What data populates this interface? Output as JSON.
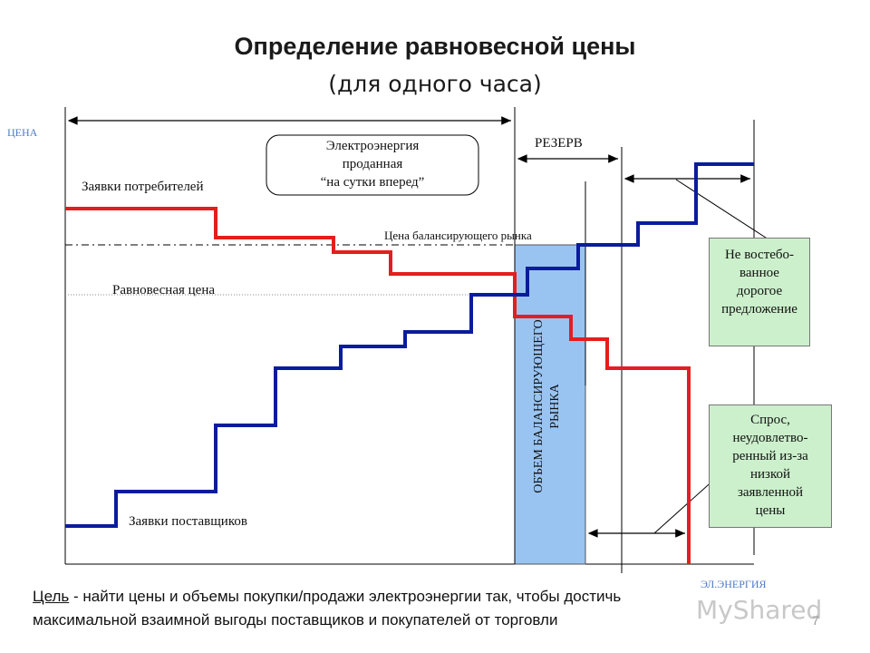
{
  "title": "Определение равновесной цены",
  "subtitle": "(для одного часа)",
  "axes": {
    "y_label": "ЦЕНА",
    "x_label": "ЭЛ.ЭНЕРГИЯ"
  },
  "labels": {
    "consumers": "Заявки  потребителей",
    "suppliers": "Заявки  поставщиков",
    "equilibrium": "Равновесная цена",
    "balancing_price": "Цена балансирующего рынка",
    "reserve": "РЕЗЕРВ"
  },
  "day_ahead_box": {
    "line1": "Электроэнергия",
    "line2": "проданная",
    "line3": "“на сутки вперед”"
  },
  "balancing_volume": {
    "line1": "ОБЪЕМ БАЛАНСИРУЮЩЕГО",
    "line2": "РЫНКА"
  },
  "expensive_box": {
    "line1": "Не востебо-",
    "line2": "ванное",
    "line3": "дорогое",
    "line4": "предложение"
  },
  "demand_box": {
    "line1": "Спрос,",
    "line2": "неудовлетво-",
    "line3": "ренный из-за",
    "line4": "низкой",
    "line5": "заявленной",
    "line6": "цены"
  },
  "goal": {
    "word": "Цель",
    "line1_rest": "  - найти цены и объемы покупки/продажи электроэнергии так, чтобы достичь",
    "line2": "максимальной взаимной выгоды поставщиков и покупателей от торговли"
  },
  "watermark": "MyShared",
  "page_number": "7",
  "colors": {
    "demand": "#e41e1e",
    "supply": "#0a1c9c",
    "balancing_fill": "#99c4f2",
    "box_fill": "#ccf0cc"
  }
}
